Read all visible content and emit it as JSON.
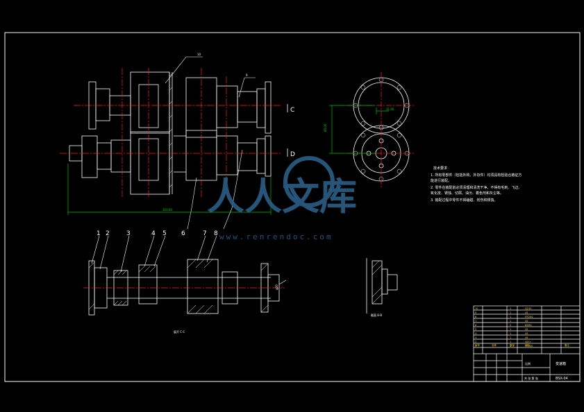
{
  "part_numbers": [
    "1",
    "2",
    "3",
    "4",
    "5",
    "6",
    "7",
    "8",
    "9",
    "10"
  ],
  "section_labels": {
    "c": "C",
    "d": "D"
  },
  "dim_horizontal": "363.00",
  "dim_vertical": "85.00",
  "dim_small": "11.00",
  "dim_shaft": "φ20",
  "view_caption_main": "展开 C-C",
  "view_caption_detail": "截面 B-B",
  "notes": {
    "title": "技术要求",
    "line1": "1. 所有零部件（包括外购、外协件）均须具有检验合格证方",
    "line2": "能进行装配。",
    "line3": "2. 零件在装配前必须清理和清洗干净，不得有毛刺、飞边、",
    "line4": "氧化皮、锈蚀、切屑、油污、着色剂和灰尘等。",
    "line5": "3. 装配过程中零件不得磕碰、划伤和锈蚀。"
  },
  "title_block": {
    "rows": [
      [
        "10",
        "",
        "1",
        "Q235",
        "",
        ""
      ],
      [
        "9",
        "",
        "1",
        "45",
        "",
        ""
      ],
      [
        "8",
        "",
        "1",
        "HT200",
        "",
        ""
      ],
      [
        "7",
        "",
        "1",
        "45",
        "",
        ""
      ],
      [
        "6",
        "",
        "2",
        "65Mn",
        "",
        ""
      ],
      [
        "5",
        "",
        "1",
        "45",
        "",
        ""
      ],
      [
        "4",
        "",
        "1",
        "45",
        "",
        ""
      ],
      [
        "3",
        "",
        "1",
        "45",
        "",
        ""
      ],
      [
        "2",
        "",
        "1",
        "40Cr",
        "",
        ""
      ],
      [
        "1",
        "",
        "1",
        "HT200",
        "",
        ""
      ]
    ],
    "header": [
      "序号",
      "名称",
      "数量",
      "材料",
      "备注"
    ],
    "drawing_name": "变速箱",
    "drawing_code": "BSX-04",
    "scale_label": "比例",
    "sheet_label": "共 张 第 张"
  },
  "watermark": {
    "cn": "人人文库",
    "url": "www.renrendoc.com"
  },
  "colors": {
    "outline": "#ffffff",
    "center": "#ff2020",
    "dimension": "#00c000",
    "hatch": "#ffffff",
    "table_text": "#ffd400",
    "watermark": "#2a5f86"
  }
}
